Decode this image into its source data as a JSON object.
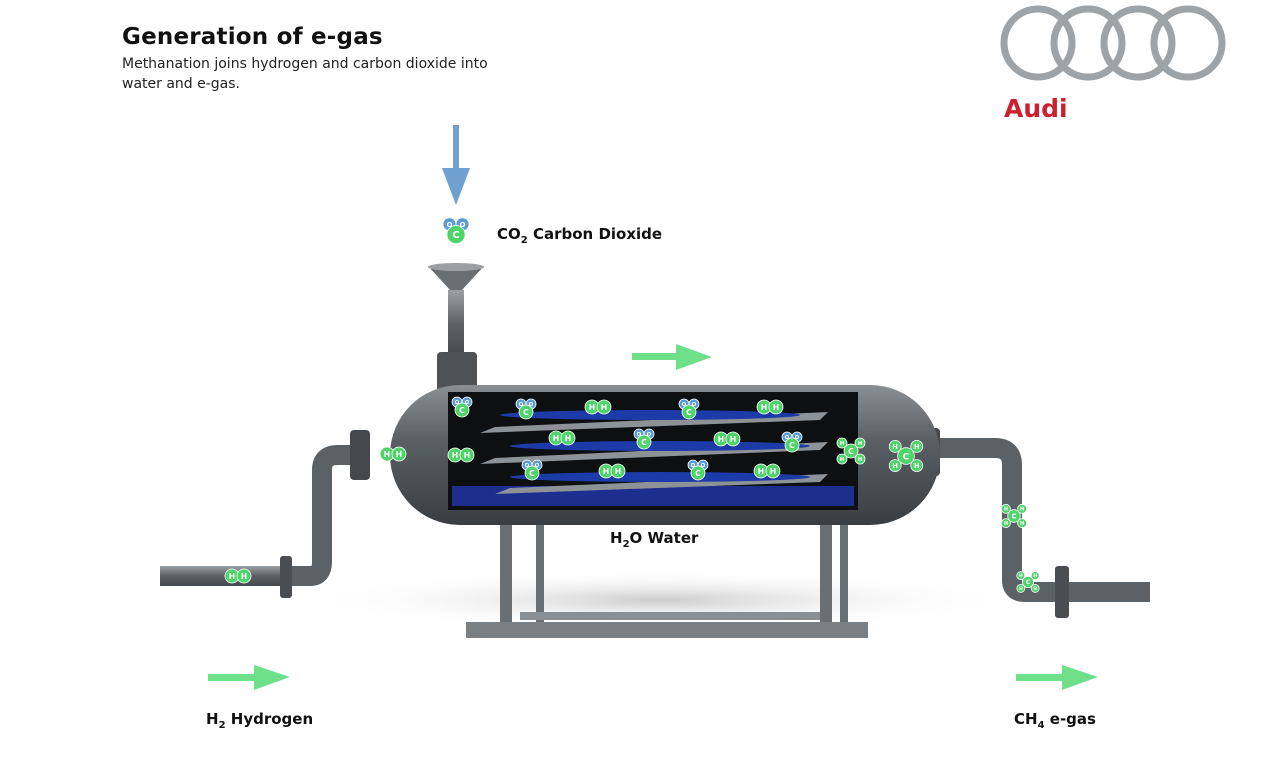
{
  "header": {
    "title": "Generation of e-gas",
    "subtitle": "Methanation joins hydrogen and carbon dioxide into water and e-gas."
  },
  "brand": {
    "name": "Audi",
    "color": "#cc1f2f"
  },
  "labels": {
    "co2": {
      "formula": "CO",
      "sub": "2",
      "name": "Carbon Dioxide"
    },
    "h2o": {
      "formula": "H",
      "sub": "2",
      "formula_end": "O",
      "name": "Water"
    },
    "h2": {
      "formula": "H",
      "sub": "2",
      "name": "Hydrogen"
    },
    "ch4": {
      "formula": "CH",
      "sub": "4",
      "name": "e-gas"
    }
  },
  "atoms": {
    "carbon": "C",
    "oxygen": "O",
    "hydrogen": "H"
  },
  "colors": {
    "arrow_green": "#6fe08a",
    "arrow_blue": "#6fa0d0",
    "tank": "#555a5e",
    "water": "#1c2f8f"
  }
}
